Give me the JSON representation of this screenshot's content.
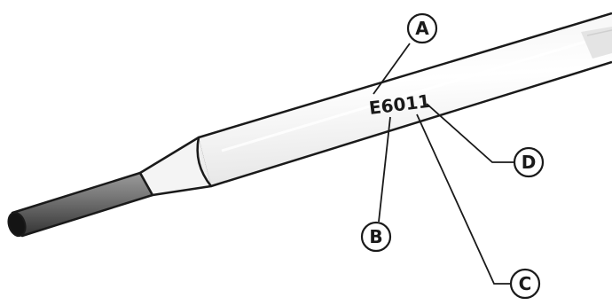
{
  "electrode": {
    "code": "E6011"
  },
  "callouts": {
    "a": "A",
    "b": "B",
    "c": "C",
    "d": "D"
  },
  "colors": {
    "outline": "#1a1a1a",
    "flux_coating": "#ffffff",
    "flux_shade": "#dddddd",
    "core_wire": "#5a5a5a"
  }
}
